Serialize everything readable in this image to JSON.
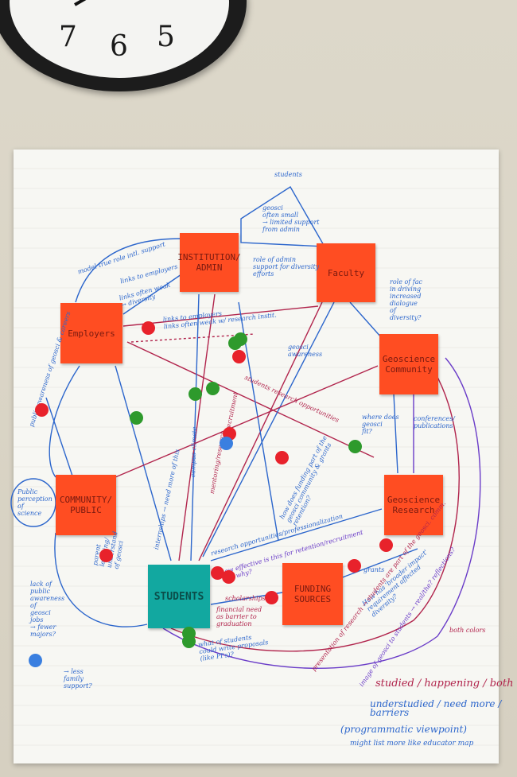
{
  "clock": {
    "numerals": [
      "7",
      "6",
      "5"
    ]
  },
  "notes": {
    "institution_admin": "INSTITUTION/\nADMIN",
    "faculty": "Faculty",
    "employers": "Employers",
    "geosci_community": "Geoscience\nCommunity",
    "community_public": "COMMUNITY/\nPUBLIC",
    "geosci_research": "Geoscience\nResearch",
    "funding_sources": "FUNDING\nSOURCES",
    "students": "STUDENTS"
  },
  "annotations": {
    "students_top": "students",
    "geosci_small": "geosci\noften small\n→ limited support\nfrom admin",
    "model_role": "model true role intl. support",
    "links_employers": "links to employers",
    "links_diversity": "links often weak\n→ diversity",
    "role_admin": "role of admin\nsupport for diversity\nefforts",
    "role_fac": "role of fac\nin driving\nincreased\ndialogue\nof\ndiversity?",
    "links_employers_2": "links to employers\nlinks often weak w/ research instit.",
    "geosci_awareness": "geosci\nawareness",
    "public_awareness": "public awareness\nof geosci & careers",
    "public_perception": "Public\nperception\nof\nscience",
    "conferences": "conferences/\npublications",
    "where_geosci": "where does\ngeosci\nfit?",
    "research_opps": "research opportunities/professionalization",
    "how_effective": "how effective is this for retention/recruitment\nand why?",
    "grants": "grants",
    "broader_impact": "How has 'broader impact'\nrequirement affected\ndiversity?",
    "scholarships": "scholarships",
    "financial_need": "financial need\nas barrier to\ngraduation",
    "what_students": "what of students\ncould write proposals\n(like PI's)?",
    "lack_public": "lack of\npublic\nawareness\nof\ngeosci\njobs\n→ fewer\nmajors?",
    "less_family": "→ less\nfamily\nsupport?",
    "parent_learning": "parent\nlearning/\nunderstand\nof geosci",
    "presentation": "presentation of research → students are part of the geosci. comm.",
    "image_geosci": "image of geosci to students → real/the? reflections?",
    "internships": "internships → need more of this",
    "campus_climate": "campus climate",
    "mentoring": "mentoring/research",
    "recruitment": "recruitment",
    "funding_part": "how does funding part of the\ngeosci community & grants\nretention?",
    "students_research": "students research opportunities",
    "both_colors": "both colors"
  },
  "legend": {
    "studied": "studied / happening / both",
    "understudied": "understudied / need more /\nbarriers",
    "programmatic": "(programmatic viewpoint)",
    "might_list": "might list more like educator map"
  },
  "colors": {
    "note_orange": "#ff4d22",
    "note_teal": "#12a8a0",
    "ink_blue": "#2c66cc",
    "ink_red": "#b1244c",
    "ink_purple": "#6a3cc8",
    "dot_red": "#e8222b",
    "dot_green": "#2e9a2c",
    "dot_blue": "#3a7fe0"
  }
}
